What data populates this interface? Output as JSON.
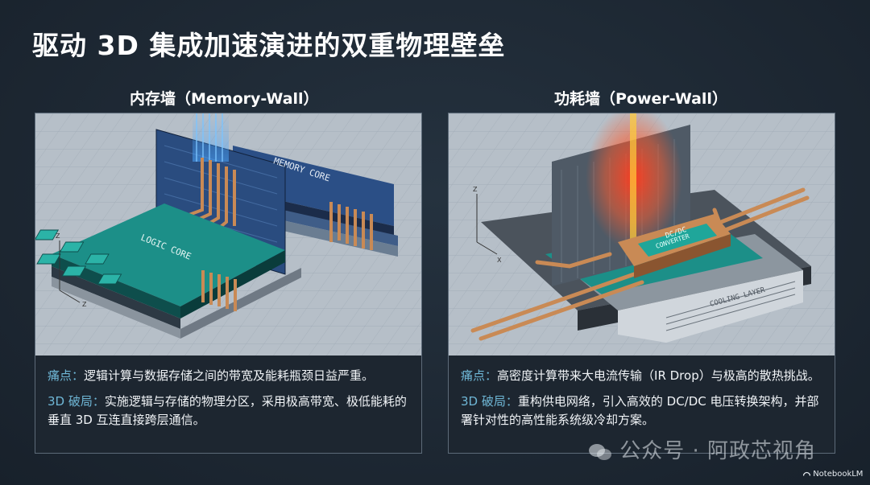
{
  "title": "驱动 3D 集成加速演进的双重物理壁垒",
  "panels": [
    {
      "heading": "内存墙（Memory-Wall）",
      "illustration_labels": {
        "memory": "MEMORY CORE",
        "logic": "LOGIC CORE",
        "axis_z1": "Z",
        "axis_z2": "Z"
      },
      "pain_label": "痛点：",
      "pain_text": "逻辑计算与数据存储之间的带宽及能耗瓶颈日益严重。",
      "solution_label": "3D 破局：",
      "solution_text": "实施逻辑与存储的物理分区，采用极高带宽、极低能耗的垂直 3D 互连直接跨层通信。"
    },
    {
      "heading": "功耗墙（Power-Wall）",
      "illustration_labels": {
        "converter_1": "DC/DC",
        "converter_2": "CONVERTER",
        "cooling": "COOLING LAYER",
        "axis_z": "Z",
        "axis_x": "X"
      },
      "pain_label": "痛点：",
      "pain_text": "高密度计算带来大电流传输（IR Drop）与极高的散热挑战。",
      "solution_label": "3D 破局：",
      "solution_text": "重构供电网络，引入高效的 DC/DC 电压转换架构，并部署针对性的高性能系统级冷却方案。"
    }
  ],
  "watermark": "公众号 · 阿政芯视角",
  "brand": "NotebookLM",
  "colors": {
    "accent": "#6fb7d6",
    "background": "#1f2a36"
  }
}
